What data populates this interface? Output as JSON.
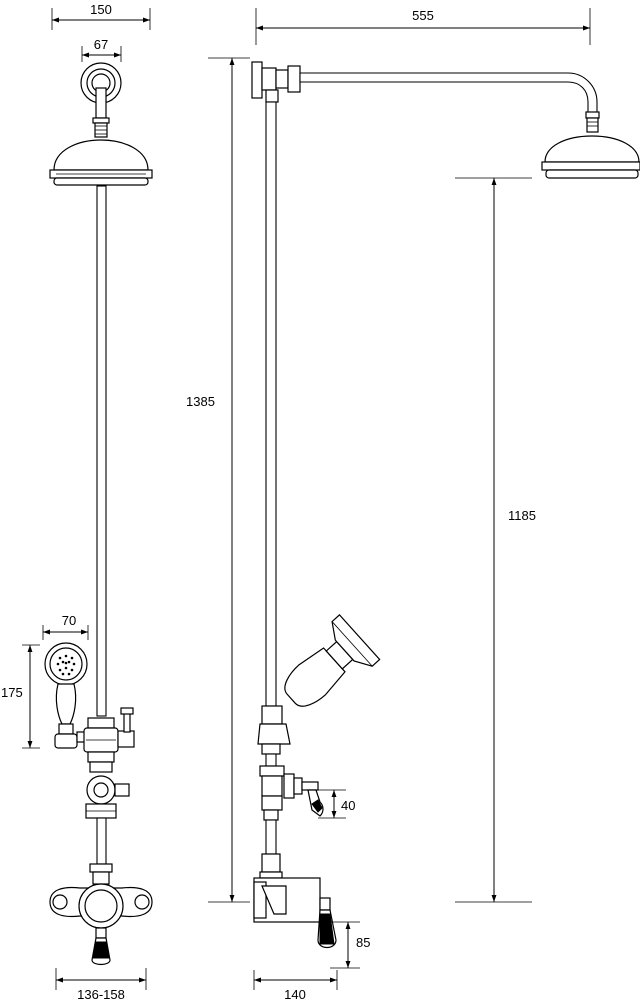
{
  "dimensions": {
    "front_width": "150",
    "wall_bracket": "67",
    "handset_width": "70",
    "handset_length": "175",
    "valve_centres": "136-158",
    "side_height": "1385",
    "arm_projection": "555",
    "head_height": "1185",
    "lever_offset": "40",
    "valve_handle_drop": "85",
    "valve_depth": "140"
  },
  "colors": {
    "line": "#000000",
    "background": "#ffffff"
  }
}
